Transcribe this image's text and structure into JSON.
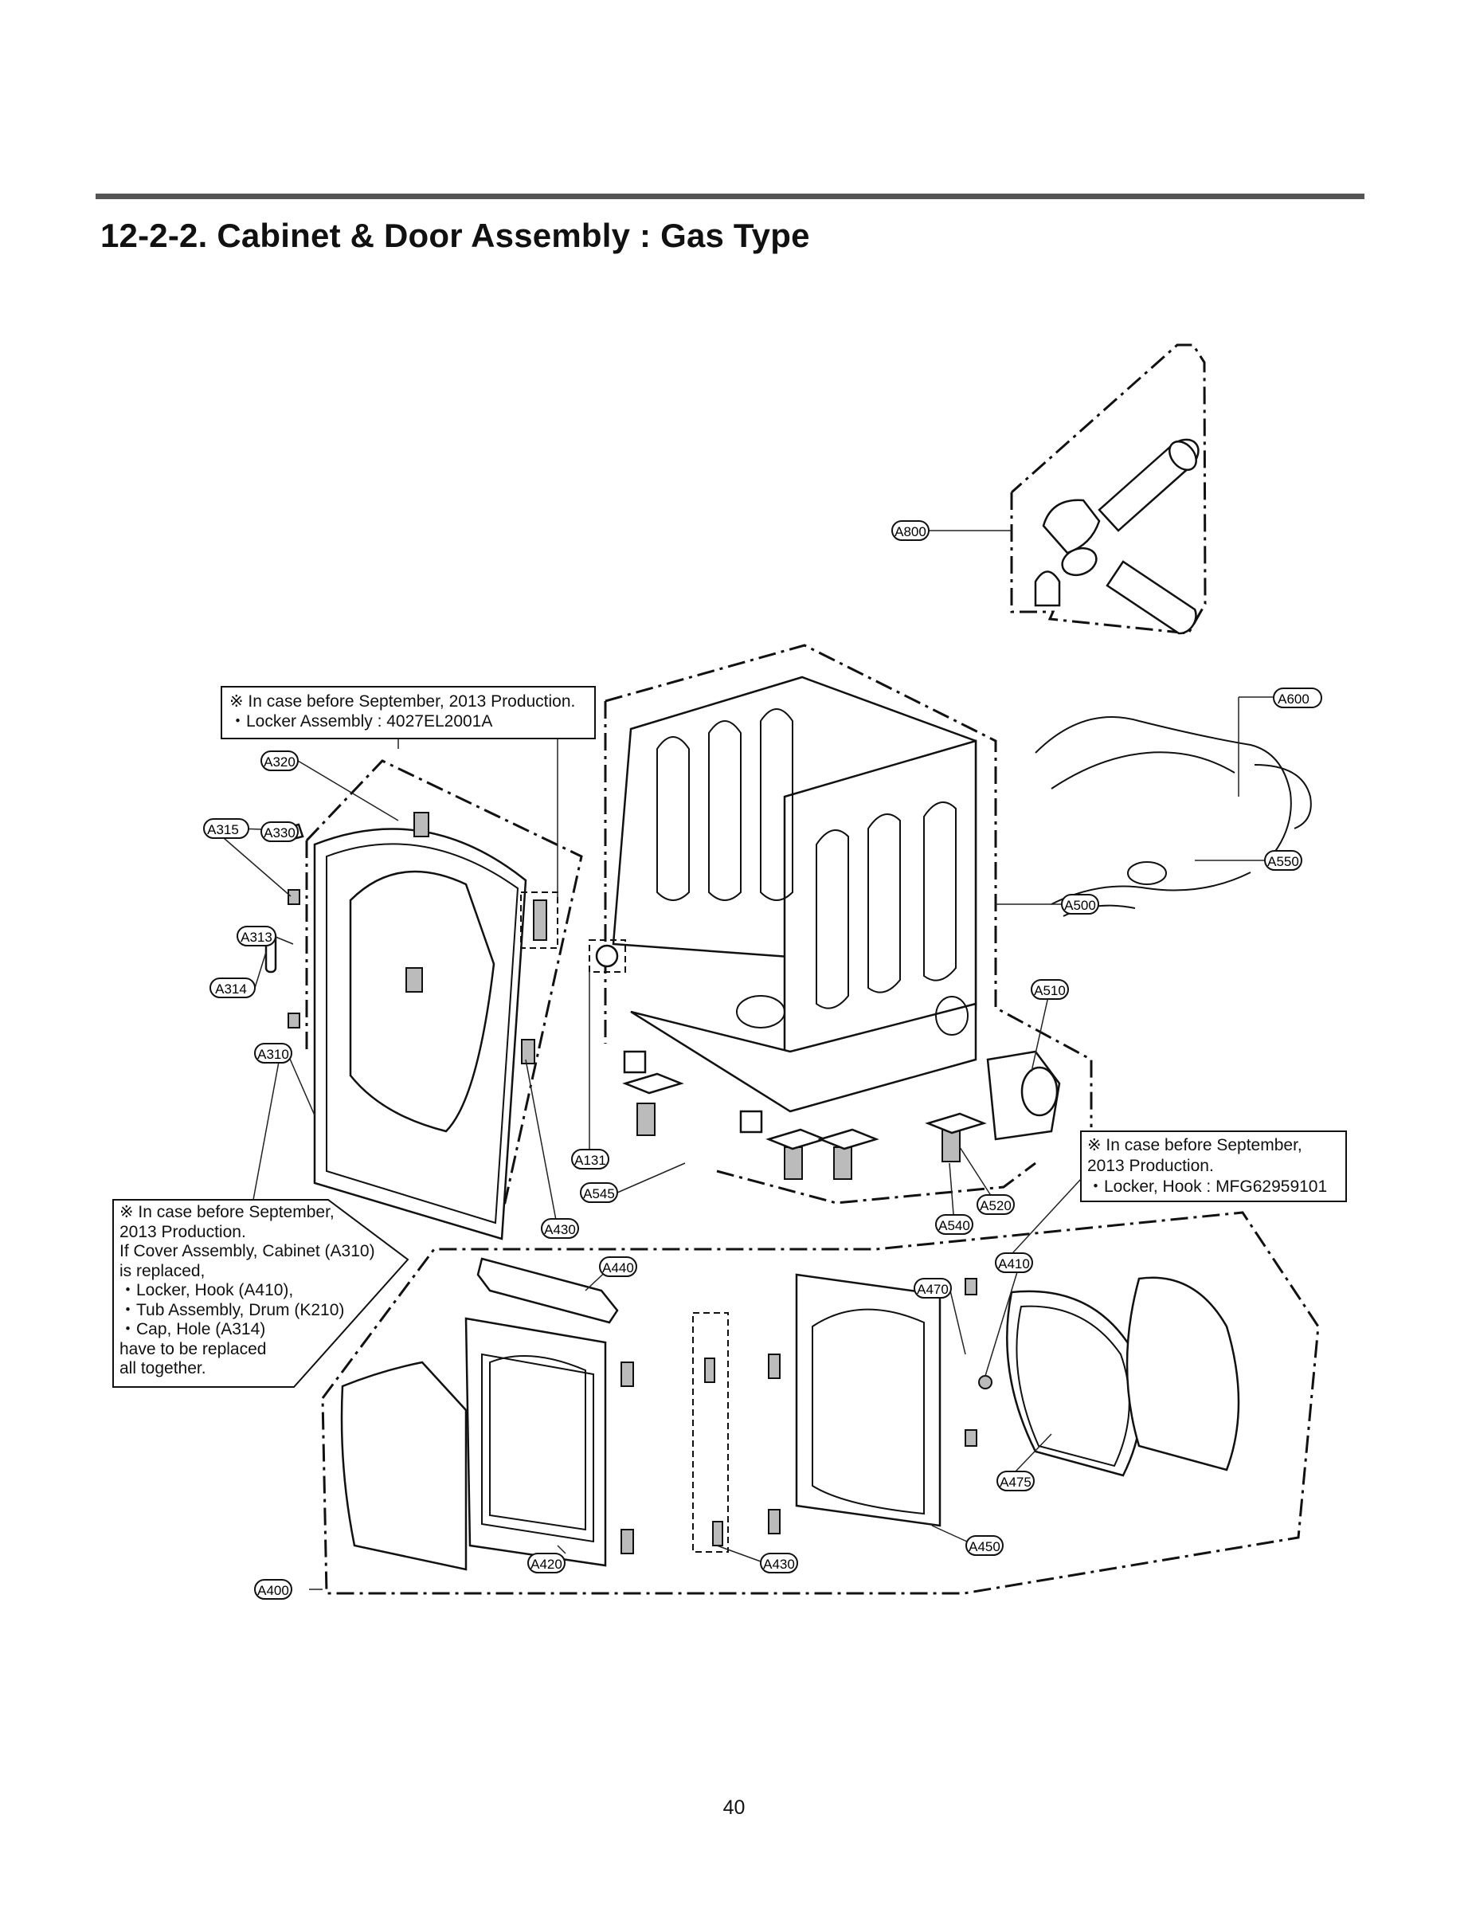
{
  "page": {
    "section_title": "12-2-2. Cabinet & Door Assembly : Gas Type",
    "page_number": "40"
  },
  "notes": {
    "locker_assembly": [
      "※ In case before September, 2013 Production.",
      "・Locker Assembly : 4027EL2001A"
    ],
    "cover_assembly": [
      "※ In case before September,",
      "2013 Production.",
      "If Cover Assembly, Cabinet (A310)",
      "is replaced,",
      "・Locker, Hook (A410),",
      "・Tub Assembly, Drum (K210)",
      "・Cap, Hole (A314)",
      "have to be replaced",
      "all together."
    ],
    "locker_hook": [
      "※ In case before September,",
      "2013 Production.",
      "・Locker, Hook : MFG62959101"
    ]
  },
  "part_labels": {
    "a800": "A800",
    "a600": "A600",
    "a550": "A550",
    "a500": "A500",
    "a510": "A510",
    "a320": "A320",
    "a315": "A315",
    "a330": "A330",
    "a313": "A313",
    "a314": "A314",
    "a310": "A310",
    "a131": "A131",
    "a545": "A545",
    "a430_top": "A430",
    "a520": "A520",
    "a540": "A540",
    "a410": "A410",
    "a440": "A440",
    "a470": "A470",
    "a475": "A475",
    "a450": "A450",
    "a420": "A420",
    "a430_bottom": "A430",
    "a400": "A400"
  }
}
